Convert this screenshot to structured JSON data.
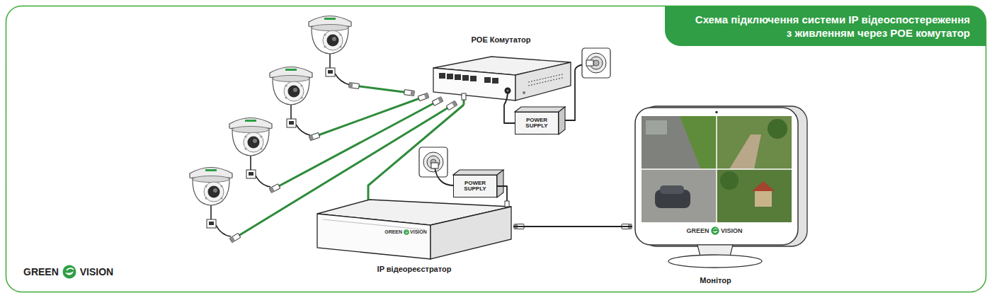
{
  "diagram": {
    "title": "Схема підключення системи IP відеоспостереження з живленням через POE комутатор",
    "nodes": [
      {
        "text": [
          "POE Комутатор"
        ]
      },
      {
        "text": [
          "POWER SUPPLY"
        ]
      },
      {
        "text": [
          "POWER SUPPLY"
        ]
      },
      {
        "text": [
          "IP відеореєстратор",
          "GREEN VISION"
        ]
      },
      {
        "text": [
          "Монітор",
          "GREEN VISION"
        ]
      }
    ],
    "edges": [
      {
        "from": 0,
        "to": 1,
        "arrow": "none"
      },
      {
        "from": 2,
        "to": 3,
        "arrow": "none"
      },
      {
        "from": 0,
        "to": 3,
        "arrow": "none"
      },
      {
        "from": 3,
        "to": 4,
        "arrow": "none"
      }
    ],
    "labels": [
      "GREEN VISION"
    ]
  }
}
